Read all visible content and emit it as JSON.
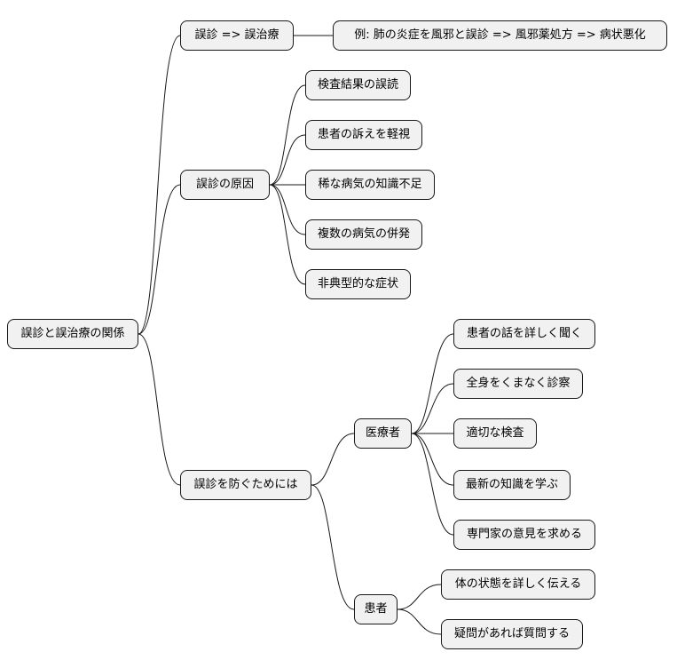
{
  "mindmap": {
    "root": "誤診と誤治療の関係",
    "branch_misdiagnosis": {
      "label": "誤診 => 誤治療",
      "example": "例: 肺の炎症を風邪と誤診 => 風邪薬処方 => 病状悪化"
    },
    "branch_causes": {
      "label": "誤診の原因",
      "items": [
        "検査結果の誤読",
        "患者の訴えを軽視",
        "稀な病気の知識不足",
        "複数の病気の併発",
        "非典型的な症状"
      ]
    },
    "branch_prevention": {
      "label": "誤診を防ぐためには",
      "doctors": {
        "label": "医療者",
        "items": [
          "患者の話を詳しく聞く",
          "全身をくまなく診察",
          "適切な検査",
          "最新の知識を学ぶ",
          "専門家の意見を求める"
        ]
      },
      "patients": {
        "label": "患者",
        "items": [
          "体の状態を詳しく伝える",
          "疑問があれば質問する"
        ]
      }
    }
  }
}
